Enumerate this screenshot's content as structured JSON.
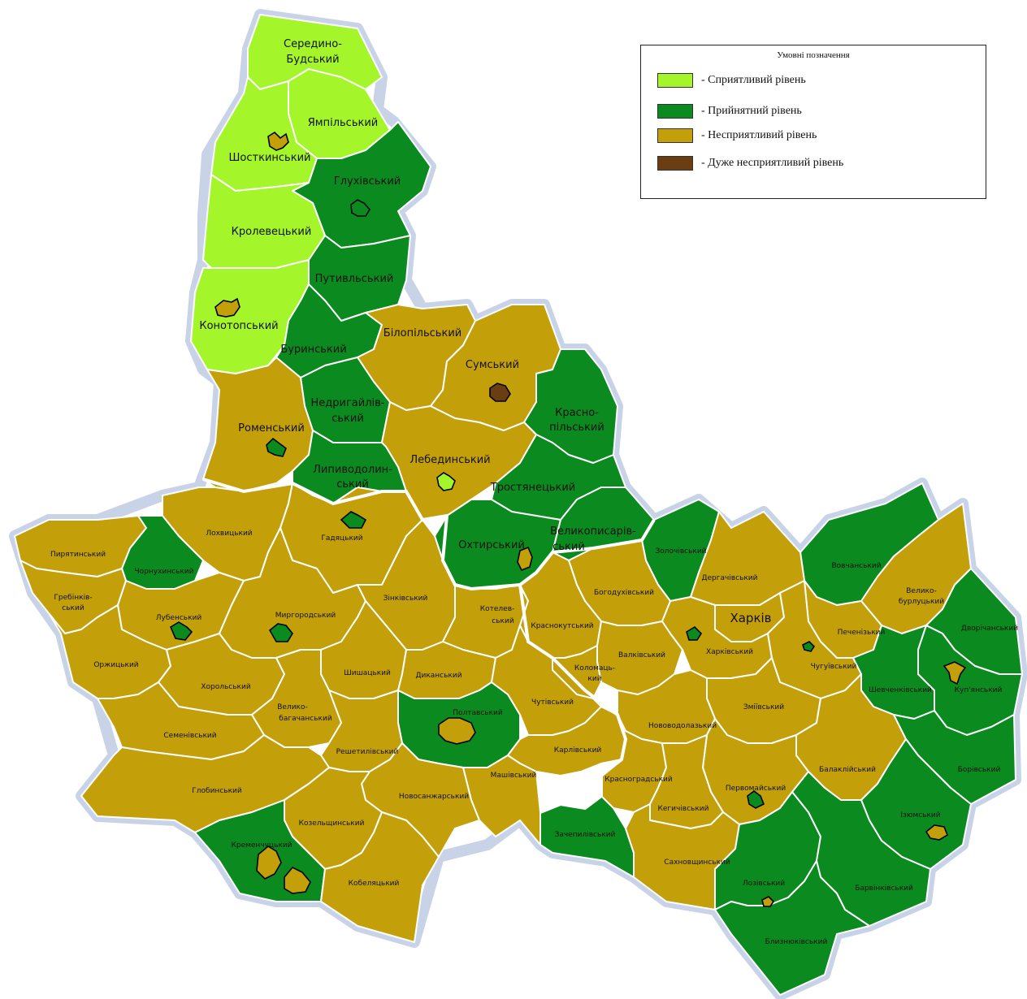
{
  "colors": {
    "favorable": "#a4f52a",
    "acceptable": "#0b8a1f",
    "unfavorable": "#c39f0a",
    "very_unfavorable": "#6b3e11"
  },
  "legend": {
    "title": "Умовні позначення",
    "items": [
      {
        "level": "favorable",
        "label": "- Сприятливий рівень"
      },
      {
        "level": "acceptable",
        "label": "- Прийнятний рівень"
      },
      {
        "level": "unfavorable",
        "label": "- Несприятливий рівень"
      },
      {
        "level": "very_unfavorable",
        "label": "- Дуже несприятливий рівень"
      }
    ]
  },
  "districts": {
    "seredyno_budskyi": {
      "name_l1": "Середино-",
      "name_l2": "Будський",
      "level": "favorable"
    },
    "yampilskyi": {
      "name": "Ямпільський",
      "level": "favorable"
    },
    "shostkynskyi": {
      "name": "Шосткинський",
      "level": "favorable"
    },
    "hlukhivskyi": {
      "name": "Глухівський",
      "level": "acceptable"
    },
    "krolevetskyi": {
      "name": "Кролевецький",
      "level": "favorable"
    },
    "putyvlskyi": {
      "name": "Путивльський",
      "level": "acceptable"
    },
    "konotopskyi": {
      "name": "Конотопський",
      "level": "favorable"
    },
    "burynskyi": {
      "name": "Буринський",
      "level": "acceptable"
    },
    "bilopilskyi": {
      "name": "Білопільський",
      "level": "unfavorable"
    },
    "sumskyi": {
      "name": "Сумський",
      "level": "unfavorable"
    },
    "nedryhailivskyi": {
      "name_l1": "Недригайлів-",
      "name_l2": "ський",
      "level": "acceptable"
    },
    "romenskyi": {
      "name": "Роменський",
      "level": "unfavorable"
    },
    "krasnopilskyi": {
      "name_l1": "Красно-",
      "name_l2": "пільський",
      "level": "acceptable"
    },
    "lebedynskyi": {
      "name": "Лебединський",
      "level": "unfavorable"
    },
    "lypovodolynskyi": {
      "name_l1": "Липиводолин-",
      "name_l2": "ський",
      "level": "acceptable"
    },
    "trostianetskyi": {
      "name": "Тростянецький",
      "level": "acceptable"
    },
    "okhtyrskyi": {
      "name": "Охтирський",
      "level": "acceptable"
    },
    "velykopysarivskyi": {
      "name_l1": "Великописарів-",
      "name_l2": "ський",
      "level": "acceptable"
    },
    "lokhvytskyi": {
      "name": "Лохвицький",
      "level": "unfavorable"
    },
    "hadiatskyi": {
      "name": "Гадяцький",
      "level": "unfavorable"
    },
    "pyriatynskyi": {
      "name": "Пирятинський",
      "level": "unfavorable"
    },
    "chornukhynskyi": {
      "name": "Чорнухинський",
      "level": "acceptable"
    },
    "hrebinkivskyi": {
      "name_l1": "Гребінків-",
      "name_l2": "ський",
      "level": "unfavorable"
    },
    "lubenskyi": {
      "name": "Лубенський",
      "level": "unfavorable"
    },
    "myrhorodskyi": {
      "name": "Миргородський",
      "level": "unfavorable"
    },
    "zinkivskyi": {
      "name": "Зінківський",
      "level": "unfavorable"
    },
    "kotelevskyi": {
      "name_l1": "Котелев-",
      "name_l2": "ський",
      "level": "unfavorable"
    },
    "orzhytskyi": {
      "name": "Оржицький",
      "level": "unfavorable"
    },
    "khorolskyi": {
      "name": "Хорольський",
      "level": "unfavorable"
    },
    "shyshatskyi": {
      "name": "Шишацький",
      "level": "unfavorable"
    },
    "dykanskyi": {
      "name": "Диканський",
      "level": "unfavorable"
    },
    "velykobahachanskyi": {
      "name_l1": "Велико-",
      "name_l2": "багачанський",
      "level": "unfavorable"
    },
    "semenivskyi": {
      "name": "Семенівський",
      "level": "unfavorable"
    },
    "poltavskyi": {
      "name": "Полтавський",
      "level": "acceptable"
    },
    "chutivskyi": {
      "name": "Чутівський",
      "level": "unfavorable"
    },
    "reshetylivskyi": {
      "name": "Решетилівський",
      "level": "unfavorable"
    },
    "karlivskyi": {
      "name": "Карлівський",
      "level": "unfavorable"
    },
    "hlobynskyi": {
      "name": "Глобинський",
      "level": "unfavorable"
    },
    "mashivskyi": {
      "name": "Машівський",
      "level": "unfavorable"
    },
    "novosanzharskyi": {
      "name": "Новосанжарський",
      "level": "unfavorable"
    },
    "kozelshchynskyi": {
      "name": "Козельщинський",
      "level": "unfavorable"
    },
    "kremenchutskyi": {
      "name": "Кременчуцький",
      "level": "acceptable"
    },
    "kobeliatskyi": {
      "name": "Кобеляцький",
      "level": "unfavorable"
    },
    "zolochivskyi": {
      "name": "Золочівський",
      "level": "acceptable"
    },
    "vovchanskyi": {
      "name": "Вовчанський",
      "level": "acceptable"
    },
    "bohodukhivskyi": {
      "name": "Богодухівський",
      "level": "unfavorable"
    },
    "derhachivskyi": {
      "name": "Дергачівський",
      "level": "unfavorable"
    },
    "velykoburlutskyi": {
      "name_l1": "Велико-",
      "name_l2": "бурлуцький",
      "level": "unfavorable"
    },
    "krasnokutskyi": {
      "name": "Краснокутський",
      "level": "unfavorable"
    },
    "kharkiv": {
      "name": "Харків",
      "level": "unfavorable"
    },
    "pechenizkyi": {
      "name": "Печенізький",
      "level": "unfavorable"
    },
    "dvorichanskyi": {
      "name": "Дворічанський",
      "level": "acceptable"
    },
    "valkivskyi": {
      "name": "Валківський",
      "level": "unfavorable"
    },
    "kharkivskyi": {
      "name": "Харківський",
      "level": "unfavorable"
    },
    "kolomatskyi": {
      "name_l1": "Коломаць-",
      "name_l2": "кий",
      "level": "unfavorable"
    },
    "chuhuivskyi": {
      "name": "Чугуївський",
      "level": "unfavorable"
    },
    "shevchenkivskyi": {
      "name": "Шевченківський",
      "level": "acceptable"
    },
    "kupianskyi": {
      "name": "Куп'янський",
      "level": "acceptable"
    },
    "zmiivskyi": {
      "name": "Зміївський",
      "level": "unfavorable"
    },
    "novovodolazkyi": {
      "name": "Нововодолазький",
      "level": "unfavorable"
    },
    "krasnohradskyi": {
      "name": "Красноградський",
      "level": "unfavorable"
    },
    "balakliiskyi": {
      "name": "Балаклійський",
      "level": "unfavorable"
    },
    "borivskyi": {
      "name": "Борівський",
      "level": "acceptable"
    },
    "pervomaiskyi": {
      "name": "Первомайський",
      "level": "unfavorable"
    },
    "kehychivskyi": {
      "name": "Кегичівський",
      "level": "unfavorable"
    },
    "zachepylivskyi": {
      "name": "Зачепилівський",
      "level": "acceptable"
    },
    "iziumskyi": {
      "name": "Ізюмський",
      "level": "acceptable"
    },
    "sakhnovshchynskyi": {
      "name": "Сахновщинський",
      "level": "unfavorable"
    },
    "lozivskyi": {
      "name": "Лозівський",
      "level": "acceptable"
    },
    "barvinkivskyi": {
      "name": "Барвінківський",
      "level": "acceptable"
    },
    "blyzniukivskyi": {
      "name": "Близнюківський",
      "level": "acceptable"
    }
  },
  "cities": [
    {
      "id": "shostka",
      "level": "unfavorable"
    },
    {
      "id": "hlukhiv",
      "level": "acceptable"
    },
    {
      "id": "konotop",
      "level": "unfavorable"
    },
    {
      "id": "sumy",
      "level": "very_unfavorable"
    },
    {
      "id": "romny",
      "level": "acceptable"
    },
    {
      "id": "lebedyn",
      "level": "favorable"
    },
    {
      "id": "okhtyrka",
      "level": "unfavorable"
    },
    {
      "id": "hadiach",
      "level": "acceptable"
    },
    {
      "id": "lubny",
      "level": "acceptable"
    },
    {
      "id": "myrhorod",
      "level": "acceptable"
    },
    {
      "id": "poltava",
      "level": "unfavorable"
    },
    {
      "id": "kremenchuk",
      "level": "unfavorable"
    },
    {
      "id": "horishni_plavni",
      "level": "unfavorable"
    },
    {
      "id": "liubotyn",
      "level": "acceptable"
    },
    {
      "id": "chuhuiv",
      "level": "acceptable"
    },
    {
      "id": "kupiansk",
      "level": "unfavorable"
    },
    {
      "id": "pervomaiskyi_city",
      "level": "acceptable"
    },
    {
      "id": "izium",
      "level": "unfavorable"
    },
    {
      "id": "lozova",
      "level": "unfavorable"
    }
  ]
}
